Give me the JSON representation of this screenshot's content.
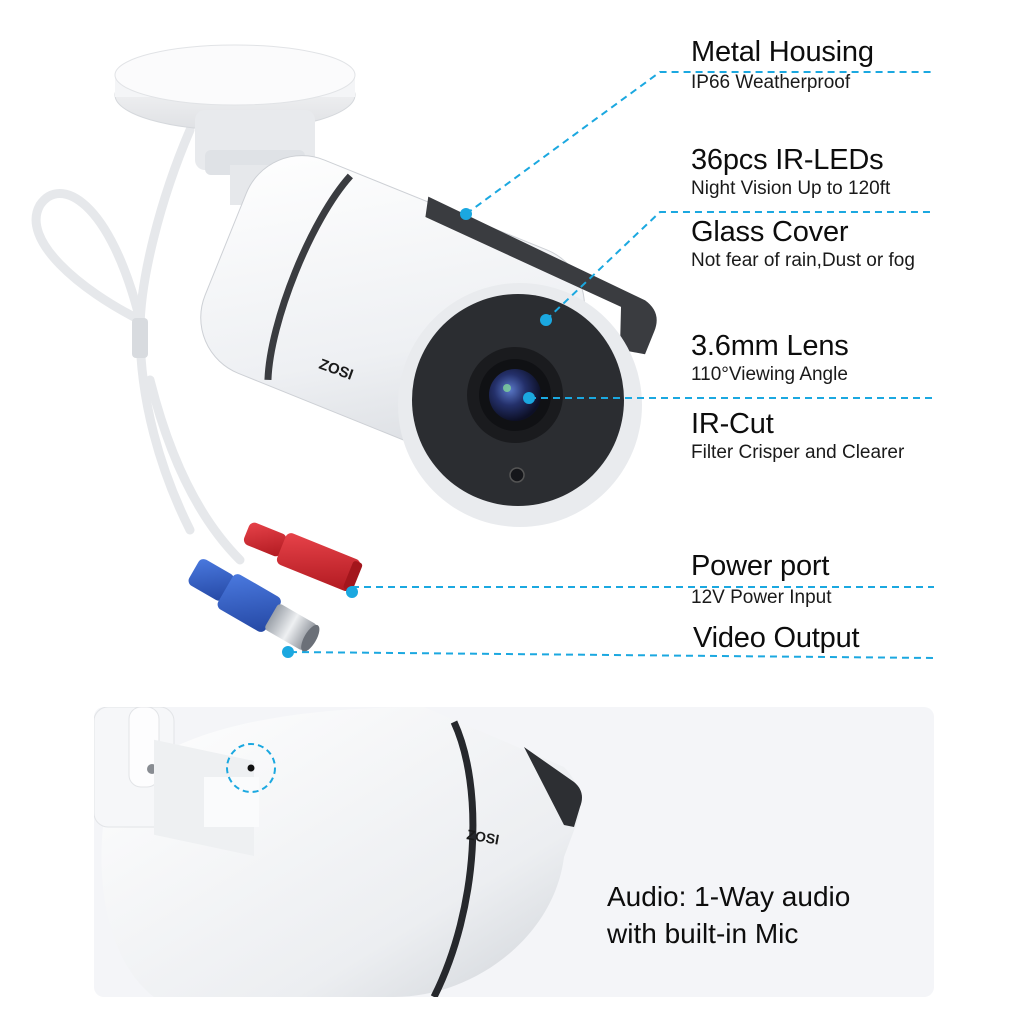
{
  "brand": "ZOSI",
  "colors": {
    "accent_leader": "#1ba8e0",
    "camera_body": "#f2f3f5",
    "lens_face": "#2b2d31",
    "power_connector": "#d9262d",
    "video_connector": "#2f5fc4",
    "panel_bg": "#f4f5f8"
  },
  "features": [
    {
      "title": "Metal Housing",
      "subtitle": "IP66 Weatherproof",
      "target": "camera-body"
    },
    {
      "title": "36pcs IR-LEDs",
      "subtitle": "Night Vision Up to 120ft",
      "target": "lens-face"
    },
    {
      "title": "Glass Cover",
      "subtitle": "Not fear of rain,Dust or fog",
      "target": "lens-face"
    },
    {
      "title": "3.6mm Lens",
      "subtitle": "110°Viewing Angle",
      "target": "lens"
    },
    {
      "title": "IR-Cut",
      "subtitle": "Filter Crisper and Clearer",
      "target": "lens"
    },
    {
      "title": "Power port",
      "subtitle": "12V  Power Input",
      "target": "red-connector"
    },
    {
      "title": "Video Output",
      "subtitle": "",
      "target": "blue-bnc-connector"
    }
  ],
  "detail_panel": {
    "caption_line1": "Audio: 1-Way audio",
    "caption_line2": "with built-in Mic",
    "highlight": "microphone-hole"
  }
}
